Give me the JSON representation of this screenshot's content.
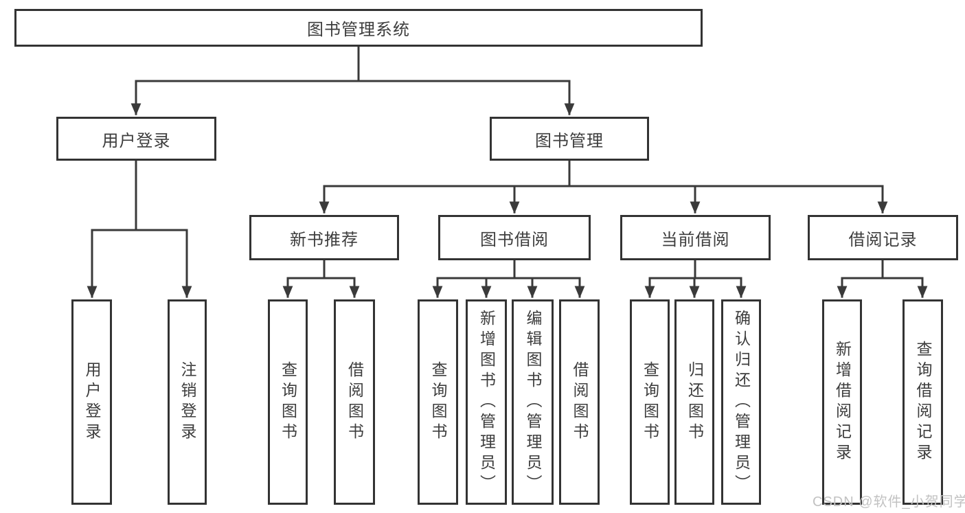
{
  "tree": {
    "label": "图书管理系统",
    "children": [
      {
        "label": "用户登录",
        "children": [
          {
            "label": "用户登录"
          },
          {
            "label": "注销登录"
          }
        ]
      },
      {
        "label": "图书管理",
        "children": [
          {
            "label": "新书推荐",
            "children": [
              {
                "label": "查询图书"
              },
              {
                "label": "借阅图书"
              }
            ]
          },
          {
            "label": "图书借阅",
            "children": [
              {
                "label": "查询图书"
              },
              {
                "label": "新增图书（管理员）"
              },
              {
                "label": "编辑图书（管理员）"
              },
              {
                "label": "借阅图书"
              }
            ]
          },
          {
            "label": "当前借阅",
            "children": [
              {
                "label": "查询图书"
              },
              {
                "label": "归还图书"
              },
              {
                "label": "确认归还（管理员）"
              }
            ]
          },
          {
            "label": "借阅记录",
            "children": [
              {
                "label": "新增借阅记录"
              },
              {
                "label": "查询借阅记录"
              }
            ]
          }
        ]
      }
    ]
  },
  "watermark": "CSDN @软件_小贺同学",
  "colors": {
    "line": "#3a3a3a",
    "border": "#333333",
    "text": "#3d3d3d",
    "watermark": "#c2c2c2",
    "background": "#ffffff"
  }
}
